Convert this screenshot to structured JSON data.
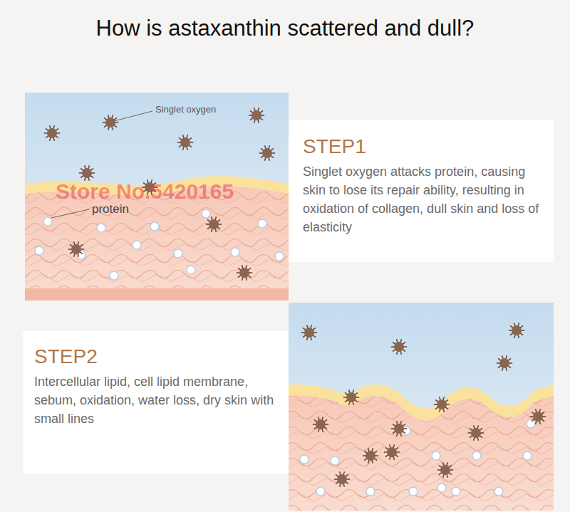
{
  "diagram": {
    "title": "How is astaxanthin scattered and dull?",
    "nodes": [
      {
        "text": [
          "STEP1",
          "Singlet oxygen attacks protein, causing skin to lose its repair ability, resulting in oxidation of collagen, dull skin and loss of elasticity"
        ]
      },
      {
        "text": [
          "STEP2",
          "Intercellular lipid, cell lipid membrane, sebum, oxidation, water loss, dry skin with small lines"
        ]
      }
    ],
    "labels": [
      "Singlet oxygen",
      "protein",
      "Store No.5420165"
    ]
  }
}
